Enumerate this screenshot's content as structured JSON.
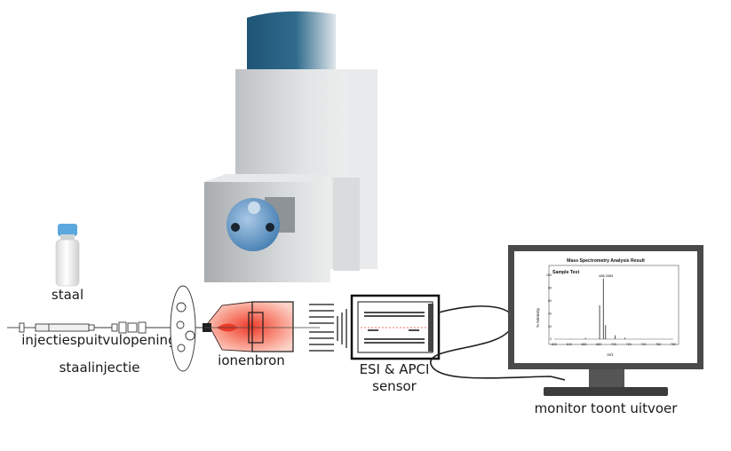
{
  "labels": {
    "sample": "staal",
    "syringe": "injectiespuit",
    "fill_port": "vulopening",
    "sample_injection": "staalinjectie",
    "ion_source": "ionenbron",
    "sensor_line1": "ESI & APCI",
    "sensor_line2": "sensor",
    "monitor": "monitor toont uitvoer"
  },
  "monitor_screen": {
    "title": "Mass Spectrometry Analysis Result",
    "sample_name": "Sample Test",
    "peak_label": "686.3389",
    "ylabel": "% Intensity",
    "xlabel": "m/z",
    "y_ticks": [
      "100",
      "80",
      "60",
      "40",
      "20",
      "0"
    ],
    "x_ticks": [
      "620",
      "640",
      "660",
      "680",
      "700",
      "720",
      "740",
      "760",
      "780"
    ]
  },
  "chart_data": {
    "type": "bar",
    "title": "Mass Spectrometry Analysis Result",
    "xlabel": "m/z",
    "ylabel": "% Intensity",
    "xlim": [
      620,
      780
    ],
    "ylim": [
      0,
      100
    ],
    "x": [
      662,
      681,
      686,
      689,
      702,
      715
    ],
    "values": [
      2,
      53,
      95,
      22,
      6,
      2
    ]
  },
  "colors": {
    "detector_top": "#2d5f80",
    "monitor_frame": "#4a4a4a",
    "ion_source": "#f36a5a",
    "vial_cap": "#5aa8de"
  }
}
